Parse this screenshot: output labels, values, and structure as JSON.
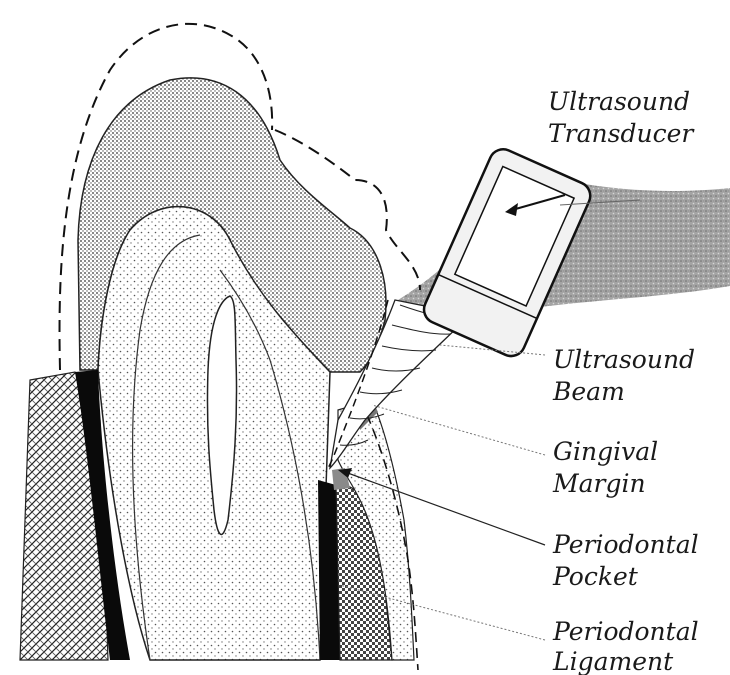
{
  "labels": {
    "transducer": [
      "Ultrasound",
      "Transducer"
    ],
    "beam": [
      "Ultrasound",
      "Beam"
    ],
    "gingival_margin": [
      "Gingival",
      "Margin"
    ],
    "periodontal_pocket": [
      "Periodontal",
      "Pocket"
    ],
    "periodontal_ligament": [
      "Periodontal",
      "Ligament"
    ]
  },
  "colors": {
    "ink": "#111111",
    "ligament": "#0a0a0a",
    "transducer_fill": "#ececec",
    "tissue_grey": "#a8a8a8"
  }
}
